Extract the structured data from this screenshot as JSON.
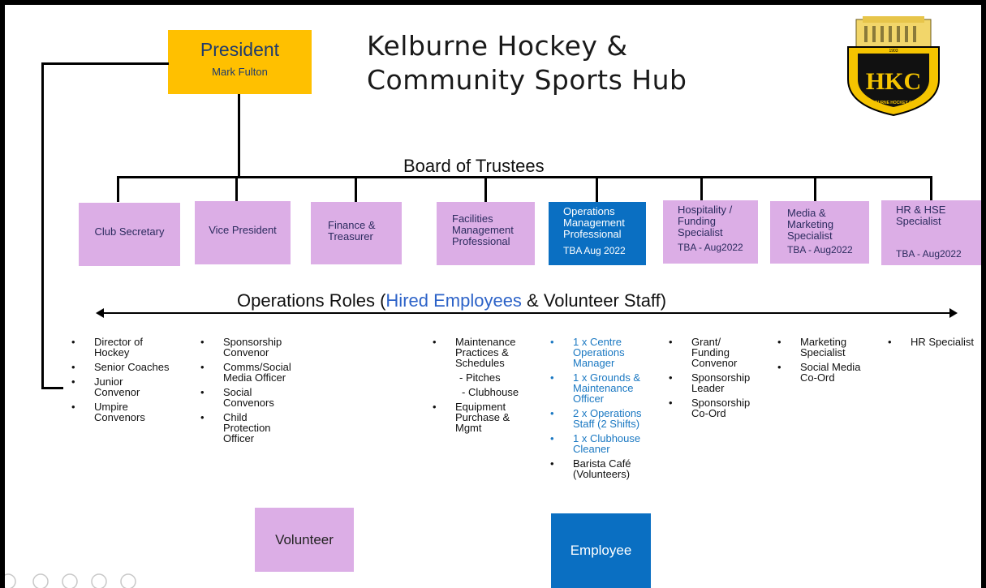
{
  "title_line1": "Kelburne Hockey &",
  "title_line2": "Community Sports Hub",
  "president": {
    "role": "President",
    "name": "Mark Fulton"
  },
  "board_label": "Board of Trustees",
  "trustees": [
    {
      "lines": [
        "Club Secretary"
      ],
      "sub": ""
    },
    {
      "lines": [
        "Vice President"
      ],
      "sub": ""
    },
    {
      "lines": [
        "Finance &",
        "Treasurer"
      ],
      "sub": ""
    },
    {
      "lines": [
        "Facilities",
        "Management",
        "Professional"
      ],
      "sub": ""
    },
    {
      "lines": [
        "Operations",
        "Management",
        "Professional"
      ],
      "sub": "TBA Aug 2022"
    },
    {
      "lines": [
        "Hospitality /",
        "Funding",
        "Specialist"
      ],
      "sub": "TBA  - Aug2022"
    },
    {
      "lines": [
        "Media &",
        "Marketing",
        "Specialist"
      ],
      "sub": "TBA  - Aug2022"
    },
    {
      "lines": [
        "HR & HSE",
        "Specialist"
      ],
      "sub": "TBA  - Aug2022"
    }
  ],
  "ops_heading": {
    "prefix": "Operations Roles  (",
    "hired": "Hired Employees",
    "suffix": " & Volunteer Staff)"
  },
  "columns": {
    "col1": [
      "Director of Hockey",
      "Senior Coaches",
      "Junior Convenor",
      "Umpire Convenors"
    ],
    "col2": [
      "Sponsorship Convenor",
      "Comms/Social Media Officer",
      "Social Convenors",
      "Child Protection Officer"
    ],
    "col3": [
      "Maintenance Practices & Schedules",
      "- Pitches",
      "- Clubhouse",
      "Equipment Purchase & Mgmt"
    ],
    "col4": [
      "1 x Centre Operations Manager",
      "1 x Grounds & Maintenance Officer",
      "2 x Operations Staff  (2 Shifts)",
      "1 x Clubhouse Cleaner",
      "Barista Café (Volunteers)"
    ],
    "col5": [
      "Grant/ Funding Convenor",
      "Sponsorship Leader",
      "Sponsorship Co-Ord"
    ],
    "col6": [
      "Marketing Specialist",
      "Social Media Co-Ord"
    ],
    "col7": [
      "HR Specialist"
    ]
  },
  "legend": {
    "volunteer": "Volunteer",
    "employee": "Employee"
  },
  "logo": {
    "text": "KELBURNE HOCKEY CLUB",
    "initials": "HKC",
    "years": "1903"
  },
  "colors": {
    "president": "#ffc000",
    "trustee": "#dcaee6",
    "employee": "#0a6fc2",
    "hired_text": "#1a78c2"
  }
}
